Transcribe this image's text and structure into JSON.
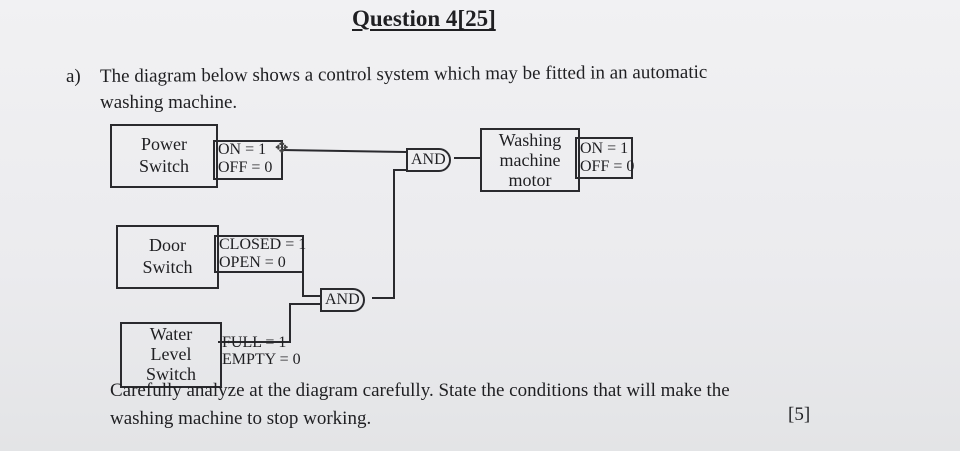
{
  "title": "Question 4[25]",
  "question": {
    "marker": "a)",
    "line1": "The diagram below shows a control system which may be fitted in an automatic",
    "line2": "washing machine."
  },
  "diagram": {
    "power_switch": {
      "line1": "Power",
      "line2": "Switch",
      "on": "ON = 1",
      "off": "OFF = 0"
    },
    "door_switch": {
      "line1": "Door",
      "line2": "Switch",
      "closed": "CLOSED = 1",
      "open": "OPEN = 0"
    },
    "water_switch": {
      "line1": "Water",
      "line2": "Level",
      "line3": "Switch",
      "full": "FULL = 1",
      "empty": "EMPTY = 0"
    },
    "gate_top": "AND",
    "gate_bottom": "AND",
    "motor": {
      "line1": "Washing",
      "line2": "machine",
      "line3": "motor",
      "on": "ON = 1",
      "off": "OFF = 0"
    }
  },
  "task": {
    "line1": "Carefully analyze at the diagram carefully. State the conditions that will make the",
    "line2": "washing machine to stop working.",
    "marks": "[5]"
  }
}
